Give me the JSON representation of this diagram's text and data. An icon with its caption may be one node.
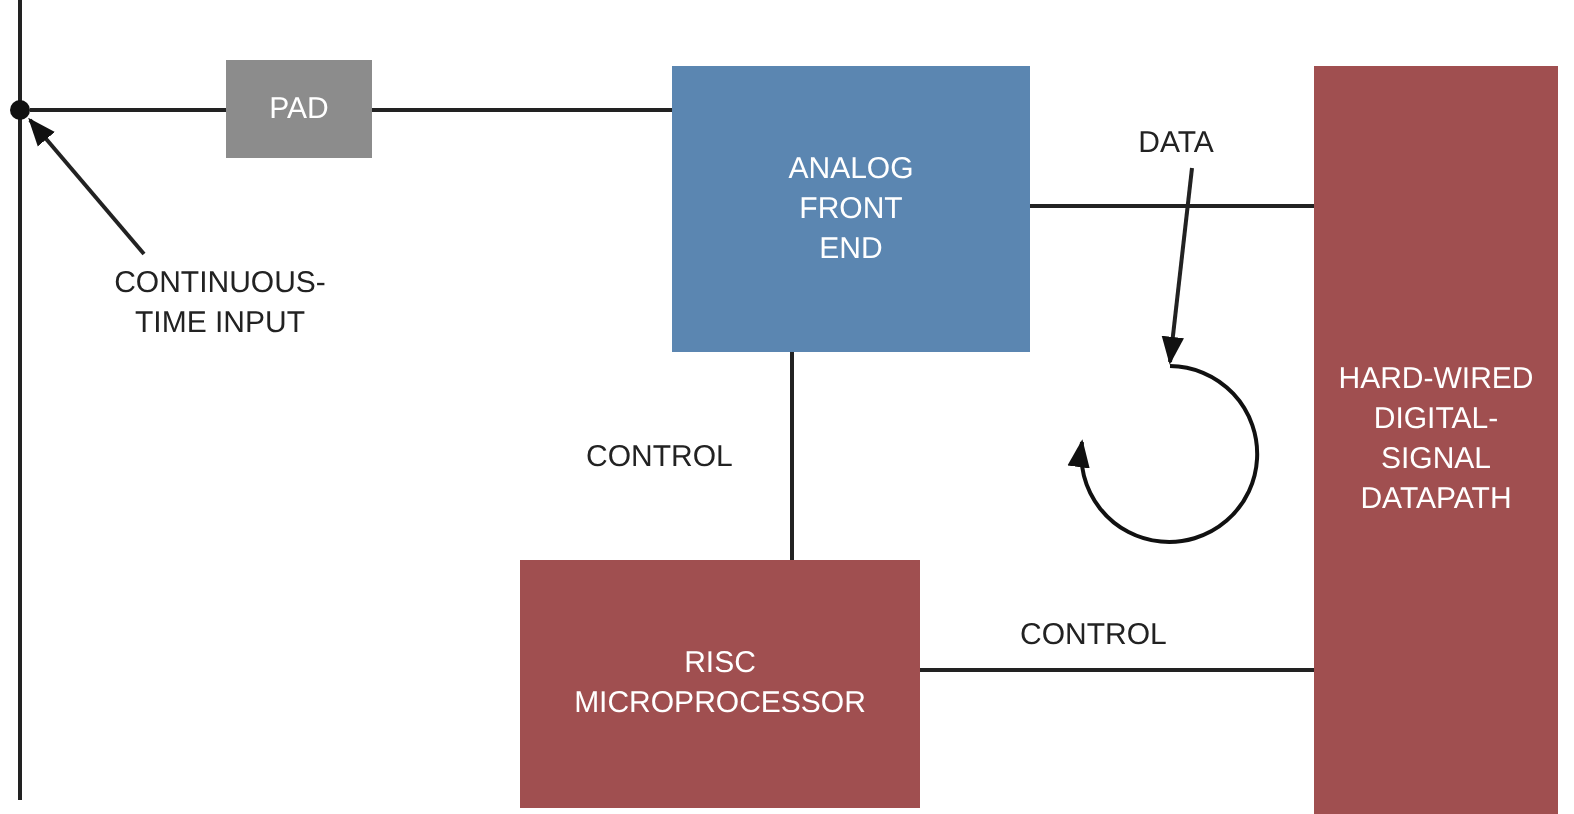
{
  "diagram": {
    "nodes": [
      {
        "text": [
          "PAD"
        ]
      },
      {
        "text": [
          "ANALOG FRONT END"
        ]
      },
      {
        "text": [
          "HARD-WIRED DIGITAL-SIGNAL DATAPATH"
        ]
      },
      {
        "text": [
          "RISC MICROPROCESSOR"
        ]
      },
      {
        "text": [
          "CONTINUOUS-TIME INPUT"
        ]
      },
      {
        "text": [],
        "shape": "circle"
      },
      {
        "text": [
          "DATA"
        ]
      },
      {
        "text": [],
        "shape": "circle"
      }
    ],
    "edges": [
      {
        "from": 5,
        "to": 0,
        "arrow": "none"
      },
      {
        "from": 0,
        "to": 1,
        "arrow": "none"
      },
      {
        "from": 1,
        "to": 2,
        "arrow": "none"
      },
      {
        "from": 1,
        "to": 3,
        "label": "CONTROL",
        "arrow": "none"
      },
      {
        "from": 3,
        "to": 2,
        "label": "CONTROL",
        "arrow": "none"
      },
      {
        "from": 4,
        "to": 5,
        "arrow": "to"
      },
      {
        "from": 6,
        "to": 7,
        "arrow": "to"
      }
    ]
  }
}
